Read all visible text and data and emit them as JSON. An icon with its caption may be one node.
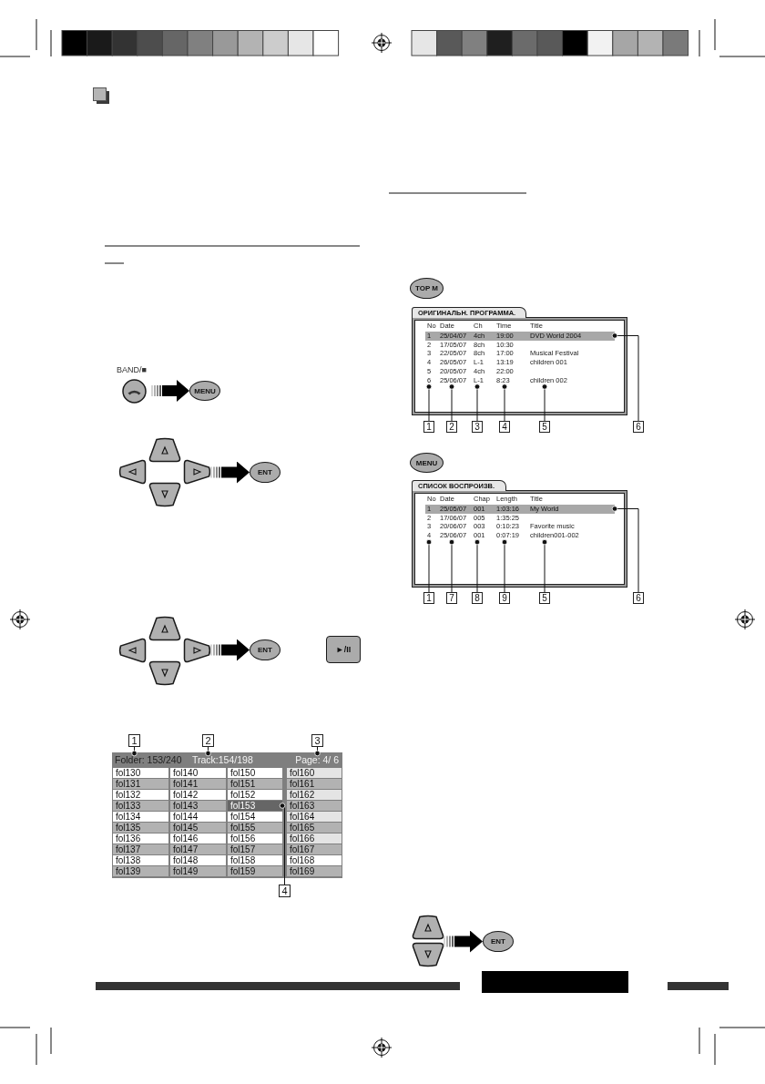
{
  "diagram": {
    "nodes": [
      {
        "text": [
          "BAND/■"
        ]
      },
      {
        "text": [
          "MENU"
        ]
      },
      {
        "text": [],
        "shape": "picture"
      },
      {
        "text": [
          "ENT"
        ]
      },
      {
        "text": [],
        "shape": "picture"
      },
      {
        "text": [
          "ENT"
        ]
      },
      {
        "text": [
          "►/II"
        ]
      },
      {
        "text": [
          "1"
        ]
      },
      {
        "text": [
          "2"
        ]
      },
      {
        "text": [
          "3"
        ]
      },
      {
        "text": [],
        "shape": "box"
      },
      {
        "text": [
          "Folder: 153/240"
        ],
        "in": 10
      },
      {
        "text": [
          "Track:154/198"
        ],
        "in": 10
      },
      {
        "text": [
          "Page: 4/ 6"
        ],
        "in": 10
      },
      {
        "text": [
          "fol130"
        ],
        "in": 10
      },
      {
        "text": [
          "fol140"
        ],
        "in": 10
      },
      {
        "text": [
          "fol150"
        ],
        "in": 10
      },
      {
        "text": [
          "fol160"
        ],
        "in": 10
      },
      {
        "text": [
          "fol131"
        ],
        "in": 10
      },
      {
        "text": [
          "fol141"
        ],
        "in": 10
      },
      {
        "text": [
          "fol151"
        ],
        "in": 10
      },
      {
        "text": [
          "fol161"
        ],
        "in": 10
      },
      {
        "text": [
          "fol132"
        ],
        "in": 10
      },
      {
        "text": [
          "fol142"
        ],
        "in": 10
      },
      {
        "text": [
          "fol152"
        ],
        "in": 10
      },
      {
        "text": [
          "fol162"
        ],
        "in": 10
      },
      {
        "text": [
          "fol133"
        ],
        "in": 10
      },
      {
        "text": [
          "fol143"
        ],
        "in": 10
      },
      {
        "text": [
          "fol153"
        ],
        "in": 10
      },
      {
        "text": [
          "fol163"
        ],
        "in": 10
      },
      {
        "text": [
          "fol134"
        ],
        "in": 10
      },
      {
        "text": [
          "fol144"
        ],
        "in": 10
      },
      {
        "text": [
          "fol154"
        ],
        "in": 10
      },
      {
        "text": [
          "fol164"
        ],
        "in": 10
      },
      {
        "text": [
          "fol135"
        ],
        "in": 10
      },
      {
        "text": [
          "fol145"
        ],
        "in": 10
      },
      {
        "text": [
          "fol155"
        ],
        "in": 10
      },
      {
        "text": [
          "fol165"
        ],
        "in": 10
      },
      {
        "text": [
          "fol136"
        ],
        "in": 10
      },
      {
        "text": [
          "fol146"
        ],
        "in": 10
      },
      {
        "text": [
          "fol156"
        ],
        "in": 10
      },
      {
        "text": [
          "fol166"
        ],
        "in": 10
      },
      {
        "text": [
          "fol137"
        ],
        "in": 10
      },
      {
        "text": [
          "fol147"
        ],
        "in": 10
      },
      {
        "text": [
          "fol157"
        ],
        "in": 10
      },
      {
        "text": [
          "fol167"
        ],
        "in": 10
      },
      {
        "text": [
          "fol138"
        ],
        "in": 10
      },
      {
        "text": [
          "fol148"
        ],
        "in": 10
      },
      {
        "text": [
          "fol158"
        ],
        "in": 10
      },
      {
        "text": [
          "fol168"
        ],
        "in": 10
      },
      {
        "text": [
          "fol139"
        ],
        "in": 10
      },
      {
        "text": [
          "fol149"
        ],
        "in": 10
      },
      {
        "text": [
          "fol159"
        ],
        "in": 10
      },
      {
        "text": [
          "fol169"
        ],
        "in": 10
      },
      {
        "text": [
          "4"
        ]
      },
      {
        "text": [
          "TOP M"
        ]
      },
      {
        "text": [
          "ОРИГИНАЛЬН. ПРОГРАММА."
        ]
      },
      {
        "text": [
          "1",
          "25/04/07",
          "4ch",
          "19:00",
          "DVD World 2004"
        ],
        "in": 56
      },
      {
        "text": [
          "6"
        ],
        "in": 56
      },
      {
        "text": [
          "25/06/07"
        ],
        "in": 56
      },
      {
        "text": [
          "L-1"
        ],
        "in": 56
      },
      {
        "text": [
          "8:23"
        ],
        "in": 56
      },
      {
        "text": [
          "children 002"
        ],
        "in": 56
      },
      {
        "text": [
          "1"
        ]
      },
      {
        "text": [
          "2"
        ]
      },
      {
        "text": [
          "3"
        ]
      },
      {
        "text": [
          "4"
        ]
      },
      {
        "text": [
          "5"
        ]
      },
      {
        "text": [
          "6"
        ]
      },
      {
        "text": [
          "MENU"
        ]
      },
      {
        "text": [
          "СПИСОК ВОСПРОИЗВ."
        ]
      },
      {
        "text": [
          "1",
          "25/05/07",
          "001",
          "1:03:16",
          "My World"
        ],
        "in": 70
      },
      {
        "text": [
          "4"
        ],
        "in": 70
      },
      {
        "text": [
          "25/06/07"
        ],
        "in": 70
      },
      {
        "text": [
          "001"
        ],
        "in": 70
      },
      {
        "text": [
          "0:07:19"
        ],
        "in": 70
      },
      {
        "text": [
          "children001-002"
        ],
        "in": 70
      },
      {
        "text": [
          "1"
        ]
      },
      {
        "text": [
          "7"
        ]
      },
      {
        "text": [
          "8"
        ]
      },
      {
        "text": [
          "9"
        ]
      },
      {
        "text": [
          "5"
        ]
      },
      {
        "text": [
          "6"
        ]
      },
      {
        "text": [],
        "shape": "picture"
      },
      {
        "text": [
          "ENT"
        ]
      }
    ],
    "edges": [
      {
        "from": 0,
        "to": 1,
        "arrow": "to",
        "style": "thick"
      },
      {
        "from": 2,
        "to": 3,
        "arrow": "to",
        "style": "thick"
      },
      {
        "from": 4,
        "to": 5,
        "arrow": "to",
        "style": "thick"
      },
      {
        "from": 7,
        "to": 11,
        "arrow": "other"
      },
      {
        "from": 8,
        "to": 12,
        "arrow": "other"
      },
      {
        "from": 9,
        "to": 13,
        "arrow": "other"
      },
      {
        "from": 54,
        "to": 28,
        "arrow": "other"
      },
      {
        "from": 63,
        "to": 58,
        "arrow": "other"
      },
      {
        "from": 64,
        "to": 59,
        "arrow": "other"
      },
      {
        "from": 65,
        "to": 60,
        "arrow": "other"
      },
      {
        "from": 66,
        "to": 61,
        "arrow": "other"
      },
      {
        "from": 67,
        "to": 62,
        "arrow": "other"
      },
      {
        "from": 68,
        "to": 57,
        "arrow": "other"
      },
      {
        "from": 77,
        "to": 72,
        "arrow": "other"
      },
      {
        "from": 78,
        "to": 73,
        "arrow": "other"
      },
      {
        "from": 79,
        "to": 74,
        "arrow": "other"
      },
      {
        "from": 80,
        "to": 75,
        "arrow": "other"
      },
      {
        "from": 81,
        "to": 76,
        "arrow": "other"
      },
      {
        "from": 82,
        "to": 71,
        "arrow": "other"
      },
      {
        "from": 83,
        "to": 84,
        "arrow": "to",
        "style": "thick"
      }
    ],
    "labels": [
      "No",
      "Date",
      "Ch",
      "Time",
      "Title",
      "2",
      "17/05/07",
      "8ch",
      "10:30",
      "3",
      "22/05/07",
      "8ch",
      "17:00",
      "Musical Festival",
      "4",
      "26/05/07",
      "L-1",
      "13:19",
      "children 001",
      "5",
      "20/05/07",
      "4ch",
      "22:00",
      "No",
      "Date",
      "Chap",
      "Length",
      "Title",
      "2",
      "17/06/07",
      "005",
      "1:35:25",
      "3",
      "20/06/07",
      "003",
      "0:10:23",
      "Favorite music"
    ]
  }
}
